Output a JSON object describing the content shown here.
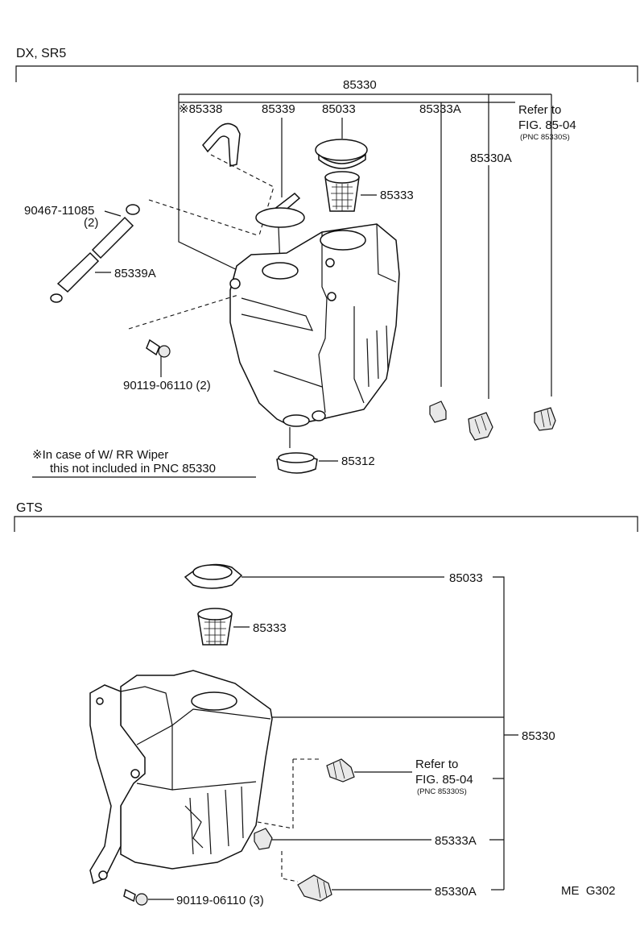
{
  "sections": {
    "dx": {
      "heading": "DX, SR5",
      "labels": {
        "assy": "85330",
        "hose": "※85338",
        "pump_pipe": "85339",
        "cap": "85033",
        "bushing": "85333A",
        "refer_line1": "Refer to",
        "refer_line2": "FIG. 85-04",
        "refer_line3": "(PNC 85330S)",
        "grommet": "85330A",
        "strainer": "85333",
        "clip": "90467-11085",
        "clip_qty": "(2)",
        "hose_a": "85339A",
        "bolt": "90119-06110 (2)",
        "cap_bottom": "85312",
        "note_line1": "※In case of W/ RR Wiper",
        "note_line2": "this not included in PNC 85330"
      }
    },
    "gts": {
      "heading": "GTS",
      "labels": {
        "cap": "85033",
        "strainer": "85333",
        "assy": "85330",
        "refer_line1": "Refer to",
        "refer_line2": "FIG. 85-04",
        "refer_line3": "(PNC 85330S)",
        "bushing": "85333A",
        "grommet": "85330A",
        "bolt": "90119-06110 (3)"
      }
    }
  },
  "code": "ME  G302"
}
